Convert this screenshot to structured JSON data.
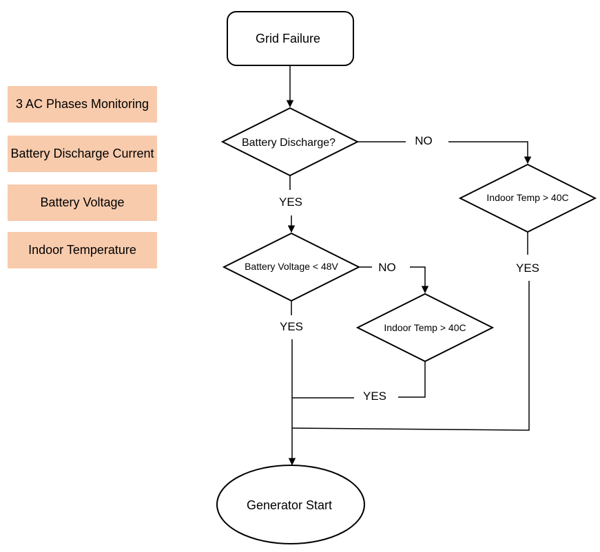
{
  "colors": {
    "input_fill": "#f8cbad",
    "stroke": "#000000",
    "background": "#ffffff"
  },
  "inputs": [
    "3 AC Phases Monitoring",
    "Battery Discharge Current",
    "Battery Voltage",
    "Indoor Temperature"
  ],
  "nodes": {
    "start": "Grid Failure",
    "decision_discharge": "Battery Discharge?",
    "decision_voltage": "Battery Voltage < 48V",
    "decision_temp_mid": "Indoor Temp > 40C",
    "decision_temp_right": "Indoor Temp > 40C",
    "end": "Generator Start"
  },
  "edge_labels": {
    "discharge_no": "NO",
    "discharge_yes": "YES",
    "voltage_no": "NO",
    "voltage_yes": "YES",
    "temp_mid_yes": "YES",
    "temp_right_yes": "YES"
  }
}
